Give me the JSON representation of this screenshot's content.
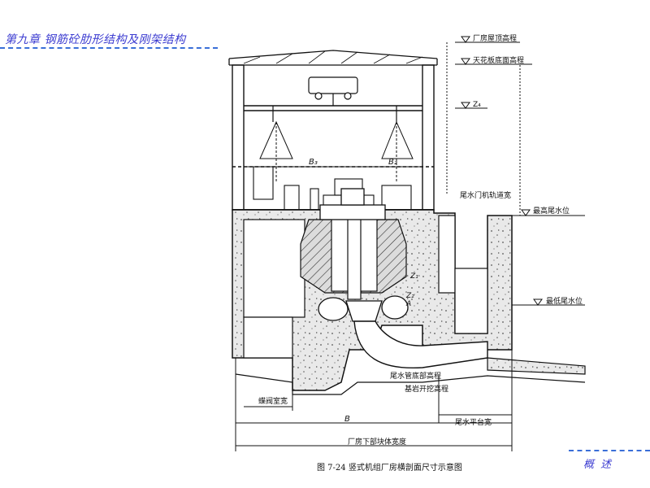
{
  "slide": {
    "chapter_title": "第九章    钢筋砼肋形结构及刚架结构",
    "footer_label": "概述"
  },
  "figure": {
    "caption": "图 7-24   竖式机组厂房横剖面尺寸示意图",
    "labels": {
      "roof_elevation": "厂房屋顶高程",
      "ceiling_elevation": "天花板底面高程",
      "z4": "Z₄",
      "b3": "B₃",
      "b2": "B₂",
      "tail_gate_track": "尾水门机轨道宽",
      "max_tailwater": "最高尾水位",
      "z1": "Z₁",
      "z2": "Z₂",
      "a": "A",
      "min_tailwater": "最低尾水位",
      "draft_tube_bottom": "尾水管底部高程",
      "foundation_excavation": "基岩开挖高程",
      "butterfly_room": "蝶阀室宽",
      "b": "B",
      "tail_platform": "尾水平台宽",
      "base_block_width": "厂房下部块体宽度"
    }
  }
}
